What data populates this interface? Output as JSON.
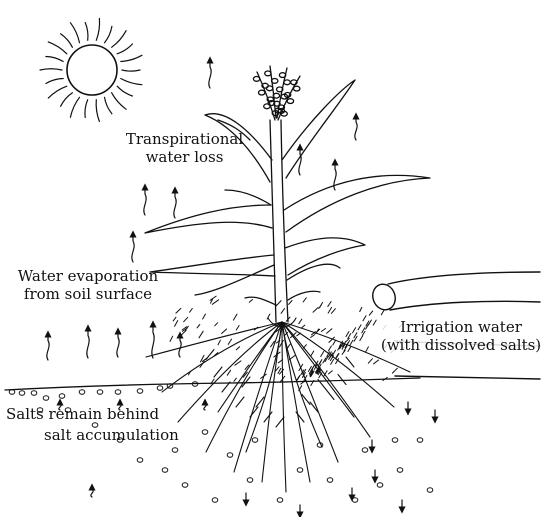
{
  "labels": {
    "transpiration_line1": "Transpirational",
    "transpiration_line2": "water loss",
    "evaporation_line1": "Water evaporation",
    "evaporation_line2": "from soil surface",
    "irrigation_line1": "Irrigation water",
    "irrigation_line2": "(with dissolved salts)",
    "salts_remain": "Salts remain behind",
    "salt_accumulation": "salt accumulation"
  },
  "icons": {
    "sun": "sun-icon",
    "plant": "corn-plant-icon",
    "pipe": "irrigation-pipe-icon",
    "arrows": "upward-wavy-arrow-icon"
  },
  "colors": {
    "line": "#111111",
    "background": "#ffffff"
  }
}
